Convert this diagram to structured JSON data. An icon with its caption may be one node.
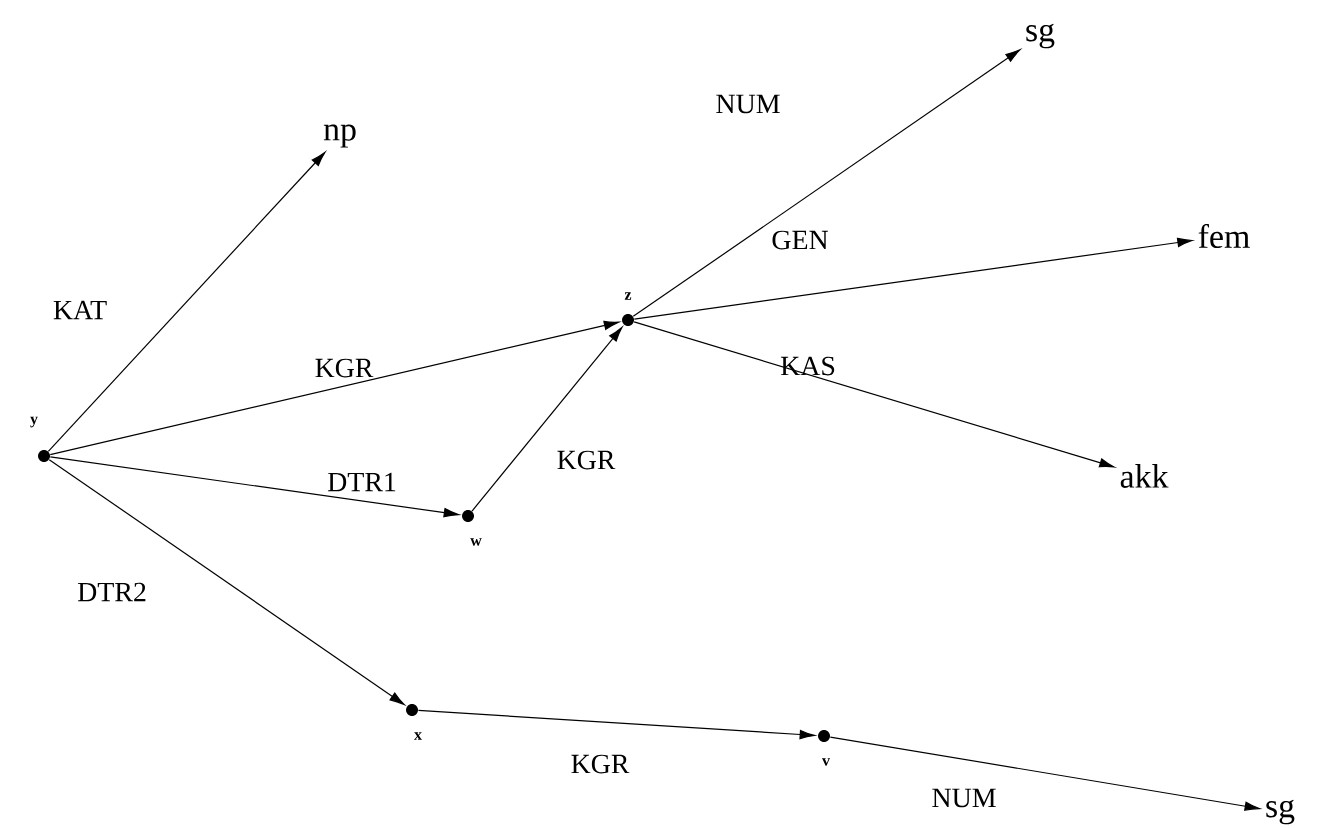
{
  "diagram": {
    "nodes": [
      {
        "text": [],
        "shape": "circle",
        "beside": [
          "y"
        ]
      },
      {
        "text": [
          "np"
        ]
      },
      {
        "text": [],
        "shape": "circle",
        "beside": [
          "z"
        ]
      },
      {
        "text": [
          "sg"
        ]
      },
      {
        "text": [
          "fem"
        ]
      },
      {
        "text": [
          "akk"
        ]
      },
      {
        "text": [],
        "shape": "circle",
        "beside": [
          "w"
        ]
      },
      {
        "text": [],
        "shape": "circle",
        "beside": [
          "x"
        ]
      },
      {
        "text": [],
        "shape": "circle",
        "beside": [
          "v"
        ]
      },
      {
        "text": [
          "sg"
        ]
      }
    ],
    "edges": [
      {
        "from": 0,
        "to": 1,
        "arrow": "to",
        "label": "KAT"
      },
      {
        "from": 0,
        "to": 2,
        "arrow": "to",
        "label": "KGR"
      },
      {
        "from": 0,
        "to": 6,
        "arrow": "to",
        "label": "DTR1"
      },
      {
        "from": 6,
        "to": 2,
        "arrow": "to",
        "label": "KGR"
      },
      {
        "from": 2,
        "to": 3,
        "arrow": "to",
        "label": "NUM"
      },
      {
        "from": 2,
        "to": 4,
        "arrow": "to",
        "label": "GEN"
      },
      {
        "from": 2,
        "to": 5,
        "arrow": "to",
        "label": "KAS"
      },
      {
        "from": 0,
        "to": 7,
        "arrow": "to",
        "label": "DTR2"
      },
      {
        "from": 7,
        "to": 8,
        "arrow": "to",
        "label": "KGR"
      },
      {
        "from": 8,
        "to": 9,
        "arrow": "to",
        "label": "NUM"
      }
    ]
  }
}
